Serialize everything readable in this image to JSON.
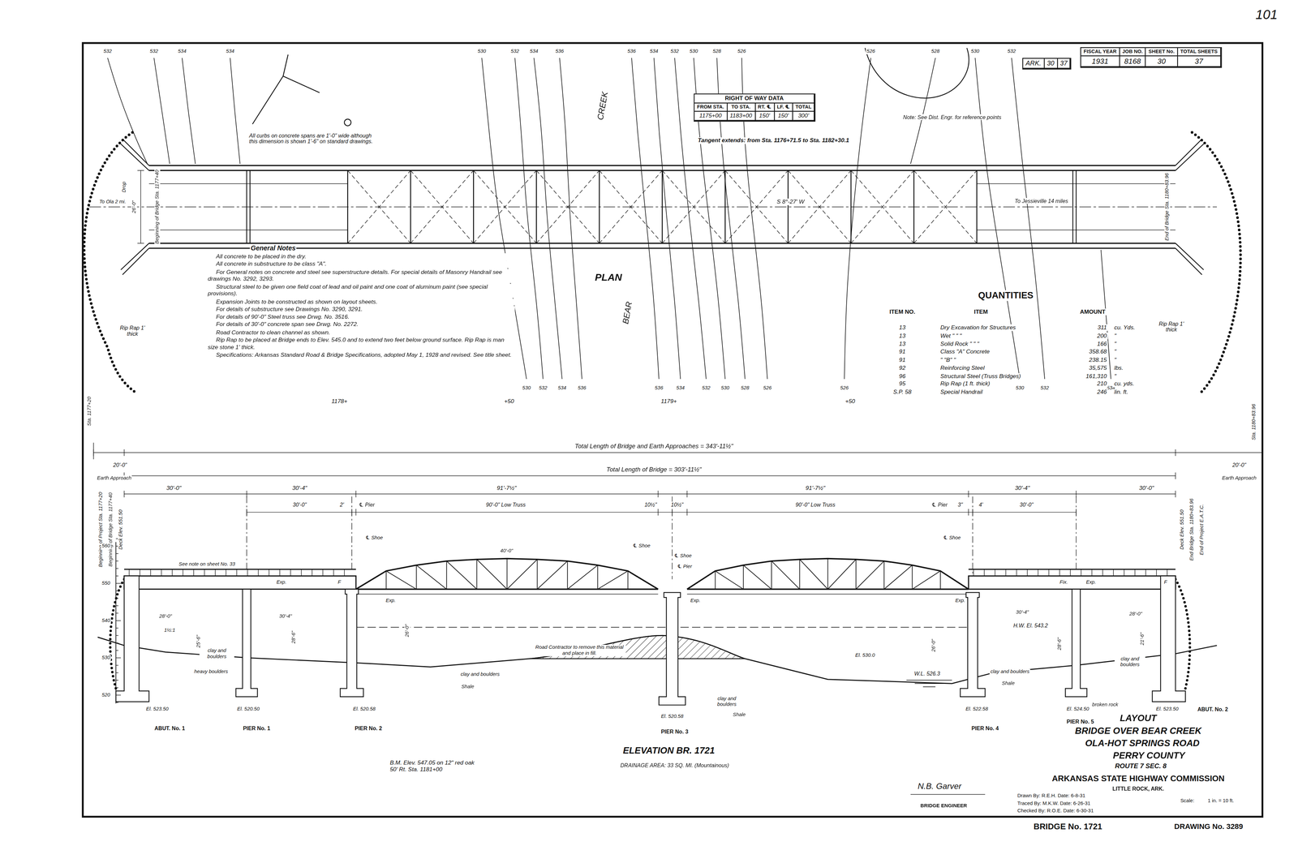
{
  "diagram": {
    "title": "LAYOUT",
    "nodes": [
      {
        "text": [
          "FISCAL YEAR",
          "JOB NO.",
          "SHEET No.",
          "TOTAL SHEETS",
          "1931",
          "8168",
          "30",
          "37"
        ]
      },
      {
        "text": [
          "ARK.",
          "30",
          "37"
        ]
      },
      {
        "text": [
          "RIGHT OF WAY DATA",
          "FROM STA.",
          "TO STA.",
          "RT. ℄",
          "LF. ℄",
          "TOTAL",
          "1175+00",
          "1183+00",
          "150'",
          "150'",
          "300'"
        ]
      }
    ],
    "labels": [
      "101",
      "532",
      "532",
      "534",
      "534",
      "530",
      "532",
      "534",
      "536",
      "536",
      "534",
      "532",
      "530",
      "528",
      "526",
      "526",
      "528",
      "530",
      "532",
      "530",
      "532",
      "534",
      "536",
      "536",
      "534",
      "532",
      "530",
      "528",
      "526",
      "526",
      "530",
      "532",
      "534",
      "CREEK",
      "All curbs on concrete spans are 1'-0\" wide although this dimension is shown 1'-6\" on standard drawings.",
      "Drop",
      "To Ola 2 mi.",
      "Beginning of Bridge Sta. 1177+40",
      "26'-0\"",
      "S 8°-27' W",
      "To Jessieville 14 miles",
      "End of Bridge Sta. 1180+83.96",
      "PLAN",
      "BEAR",
      "Rip Rap 1' thick",
      "Rip Rap 1' thick",
      "Note: See Dist. Engr. for reference points",
      "Tangent extends: from Sta. 1176+71.5 to Sta. 1182+30.1",
      "General Notes",
      "All concrete to be placed in the dry.",
      "All concrete in substructure to be class \"A\".",
      "For General notes on concrete and steel see superstructure details. For special details of Masonry Handrail see drawings No. 3292, 3293.",
      "Structural steel to be given one field coat of lead and oil paint and one coat of aluminum paint (see special provisions).",
      "Expansion Joints to be constructed as shown on layout sheets.",
      "For details of substructure see Drawings No. 3290, 3291.",
      "For details of 90'-0\" Steel truss see Drwg. No. 3516.",
      "For details of 30'-0\" concrete span see Drwg. No. 2272.",
      "Road Contractor to clean channel as shown.",
      "Rip Rap to be placed at Bridge ends to Elev. 545.0 and to extend two feet below ground surface. Rip Rap is man size stone 1' thick.",
      "Specifications: Arkansas Standard Road & Bridge Specifications, adopted May 1, 1928 and revised. See title sheet.",
      "QUANTITIES",
      "ITEM NO.",
      "ITEM",
      "AMOUNT",
      "13",
      "Dry Excavation for Structures",
      "311",
      "cu. Yds.",
      "13",
      "Wet \" \" \"",
      "200",
      "\"",
      "13",
      "Solid Rock \" \" \"",
      "166",
      "\"",
      "91",
      "Class \"A\" Concrete",
      "358.68",
      "\"",
      "91",
      "\" \"B\" \"",
      "238.15",
      "\"",
      "92",
      "Reinforcing Steel",
      "35,575",
      "lbs.",
      "96",
      "Structural Steel (Truss Bridges)",
      "161,310",
      "\"",
      "95",
      "Rip Rap (1 ft. thick)",
      "210",
      "cu. yds.",
      "S.P. 58",
      "Special Handrail",
      "246",
      "lin. ft.",
      "1178+",
      "+50",
      "1179+",
      "+50",
      "Sta. 1177+20",
      "Sta. 1180+83.96",
      "Total Length of Bridge and Earth Approaches = 343'-11½\"",
      "Total Length of Bridge = 303'-11½\"",
      "20'-0\"",
      "Earth Approach",
      "20'-0\"",
      "Earth Approach",
      "Beginning of Project Sta. 1177+20",
      "Beginning of Bridge Sta. 1177+40",
      "Deck Elev. 551.50",
      "Deck Elev. 551.50",
      "End Bridge Sta. 1180+83.96",
      "End of Project E.A.T.C.",
      "30'-0\"",
      "30'-4\"",
      "91'-7½\"",
      "91'-7½\"",
      "30'-4\"",
      "30'-0\"",
      "30'-0\"",
      "2'",
      "℄ Pier",
      "90'-0\" Low Truss",
      "10½\"",
      "10½\"",
      "90'-0\" Low Truss",
      "℄ Pier",
      "3\"",
      "4'",
      "30'-0\"",
      "℄ Shoe",
      "℄ Shoe",
      "℄ Shoe",
      "℄ Pier",
      "℄ Shoe",
      "40'-0\"",
      "See note on sheet No. 33",
      "Exp.",
      "F",
      "Exp.",
      "Exp.",
      "Exp.",
      "Fix.",
      "Exp.",
      "F",
      "28'-0\"",
      "30'-4\"",
      "30'-4\"",
      "28'-0\"",
      "H.W. El. 543.2",
      "1½:1",
      "25'-6\"",
      "28'-6\"",
      "26'-0\"",
      "26'-0\"",
      "28'-6\"",
      "21'-6\"",
      "clay and boulders",
      "heavy boulders",
      "clay and boulders",
      "Shale",
      "clay and boulders",
      "Shale",
      "clay and boulders",
      "Shale",
      "clay and boulders",
      "broken rock",
      "Road Contractor to remove this material and place in fill.",
      "El. 530.0",
      "W.L. 526.3",
      "El. 523.50",
      "ABUT. No. 1",
      "El. 520.50",
      "PIER No. 1",
      "El. 520.58",
      "PIER No. 2",
      "El. 520.58",
      "PIER No. 3",
      "El. 522.58",
      "PIER No. 4",
      "El. 524.50",
      "PIER No. 5",
      "El. 523.50",
      "ABUT. No. 2",
      "560",
      "550",
      "540",
      "530",
      "520",
      "ELEVATION BR. 1721",
      "DRAINAGE AREA: 33 SQ. MI. (Mountainous)",
      "B.M. Elev. 547.05 on 12\" red oak 50' Rt. Sta. 1181+00",
      "BRIDGE OVER BEAR CREEK",
      "OLA-HOT SPRINGS ROAD",
      "PERRY COUNTY",
      "ROUTE 7 SEC. 8",
      "ARKANSAS STATE HIGHWAY COMMISSION",
      "LITTLE ROCK, ARK.",
      "Drawn By: R.E.H. Date: 6-8-31",
      "Traced By: M.K.W. Date: 6-26-31",
      "Checked By: R.O.E. Date: 6-30-31",
      "Scale:",
      "1 in. = 10 ft.",
      "N.B. Garver",
      "BRIDGE ENGINEER",
      "BRIDGE No. 1721",
      "DRAWING No. 3289"
    ]
  }
}
